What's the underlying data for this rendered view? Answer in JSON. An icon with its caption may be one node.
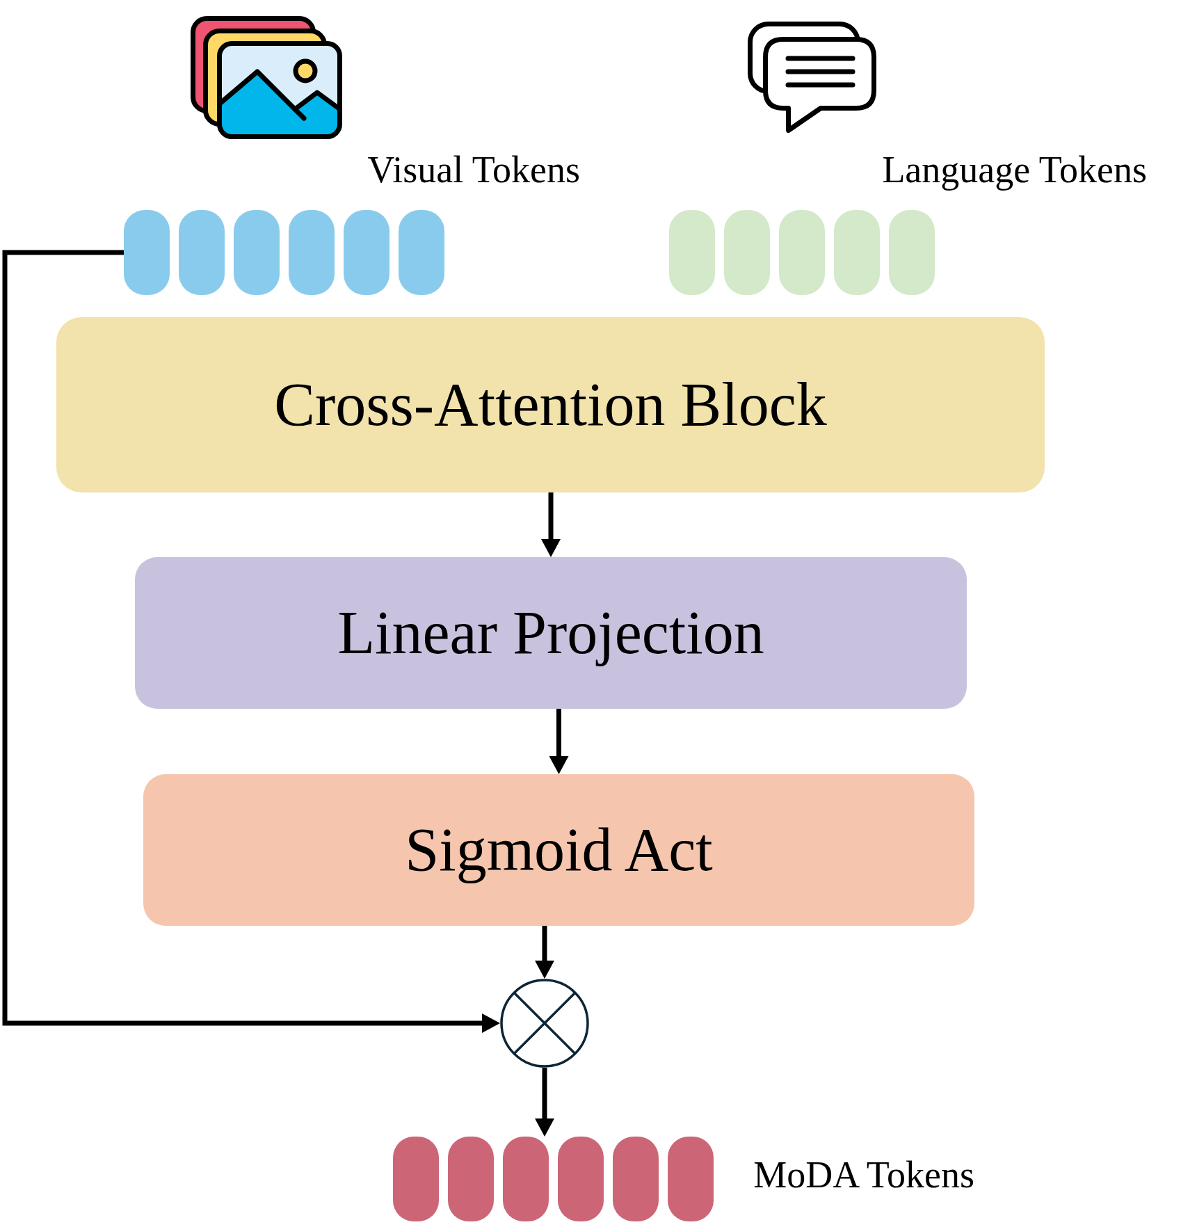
{
  "diagram": {
    "nodes": [
      {
        "text": [
          "Visual Tokens"
        ]
      },
      {
        "text": [
          "Language Tokens"
        ]
      },
      {
        "text": [
          "Cross-Attention Block"
        ]
      },
      {
        "text": [
          "Linear Projection"
        ]
      },
      {
        "text": [
          "Sigmoid Act"
        ]
      },
      {
        "text": [],
        "shape": "circle"
      },
      {
        "text": [
          "MoDA Tokens"
        ]
      }
    ],
    "edges": [
      {
        "from": 2,
        "to": 3,
        "arrow": "to"
      },
      {
        "from": 3,
        "to": 4,
        "arrow": "to"
      },
      {
        "from": 4,
        "to": 5,
        "arrow": "to"
      },
      {
        "from": 0,
        "to": 5,
        "arrow": "to"
      },
      {
        "from": 5,
        "to": 6,
        "arrow": "to"
      }
    ]
  }
}
